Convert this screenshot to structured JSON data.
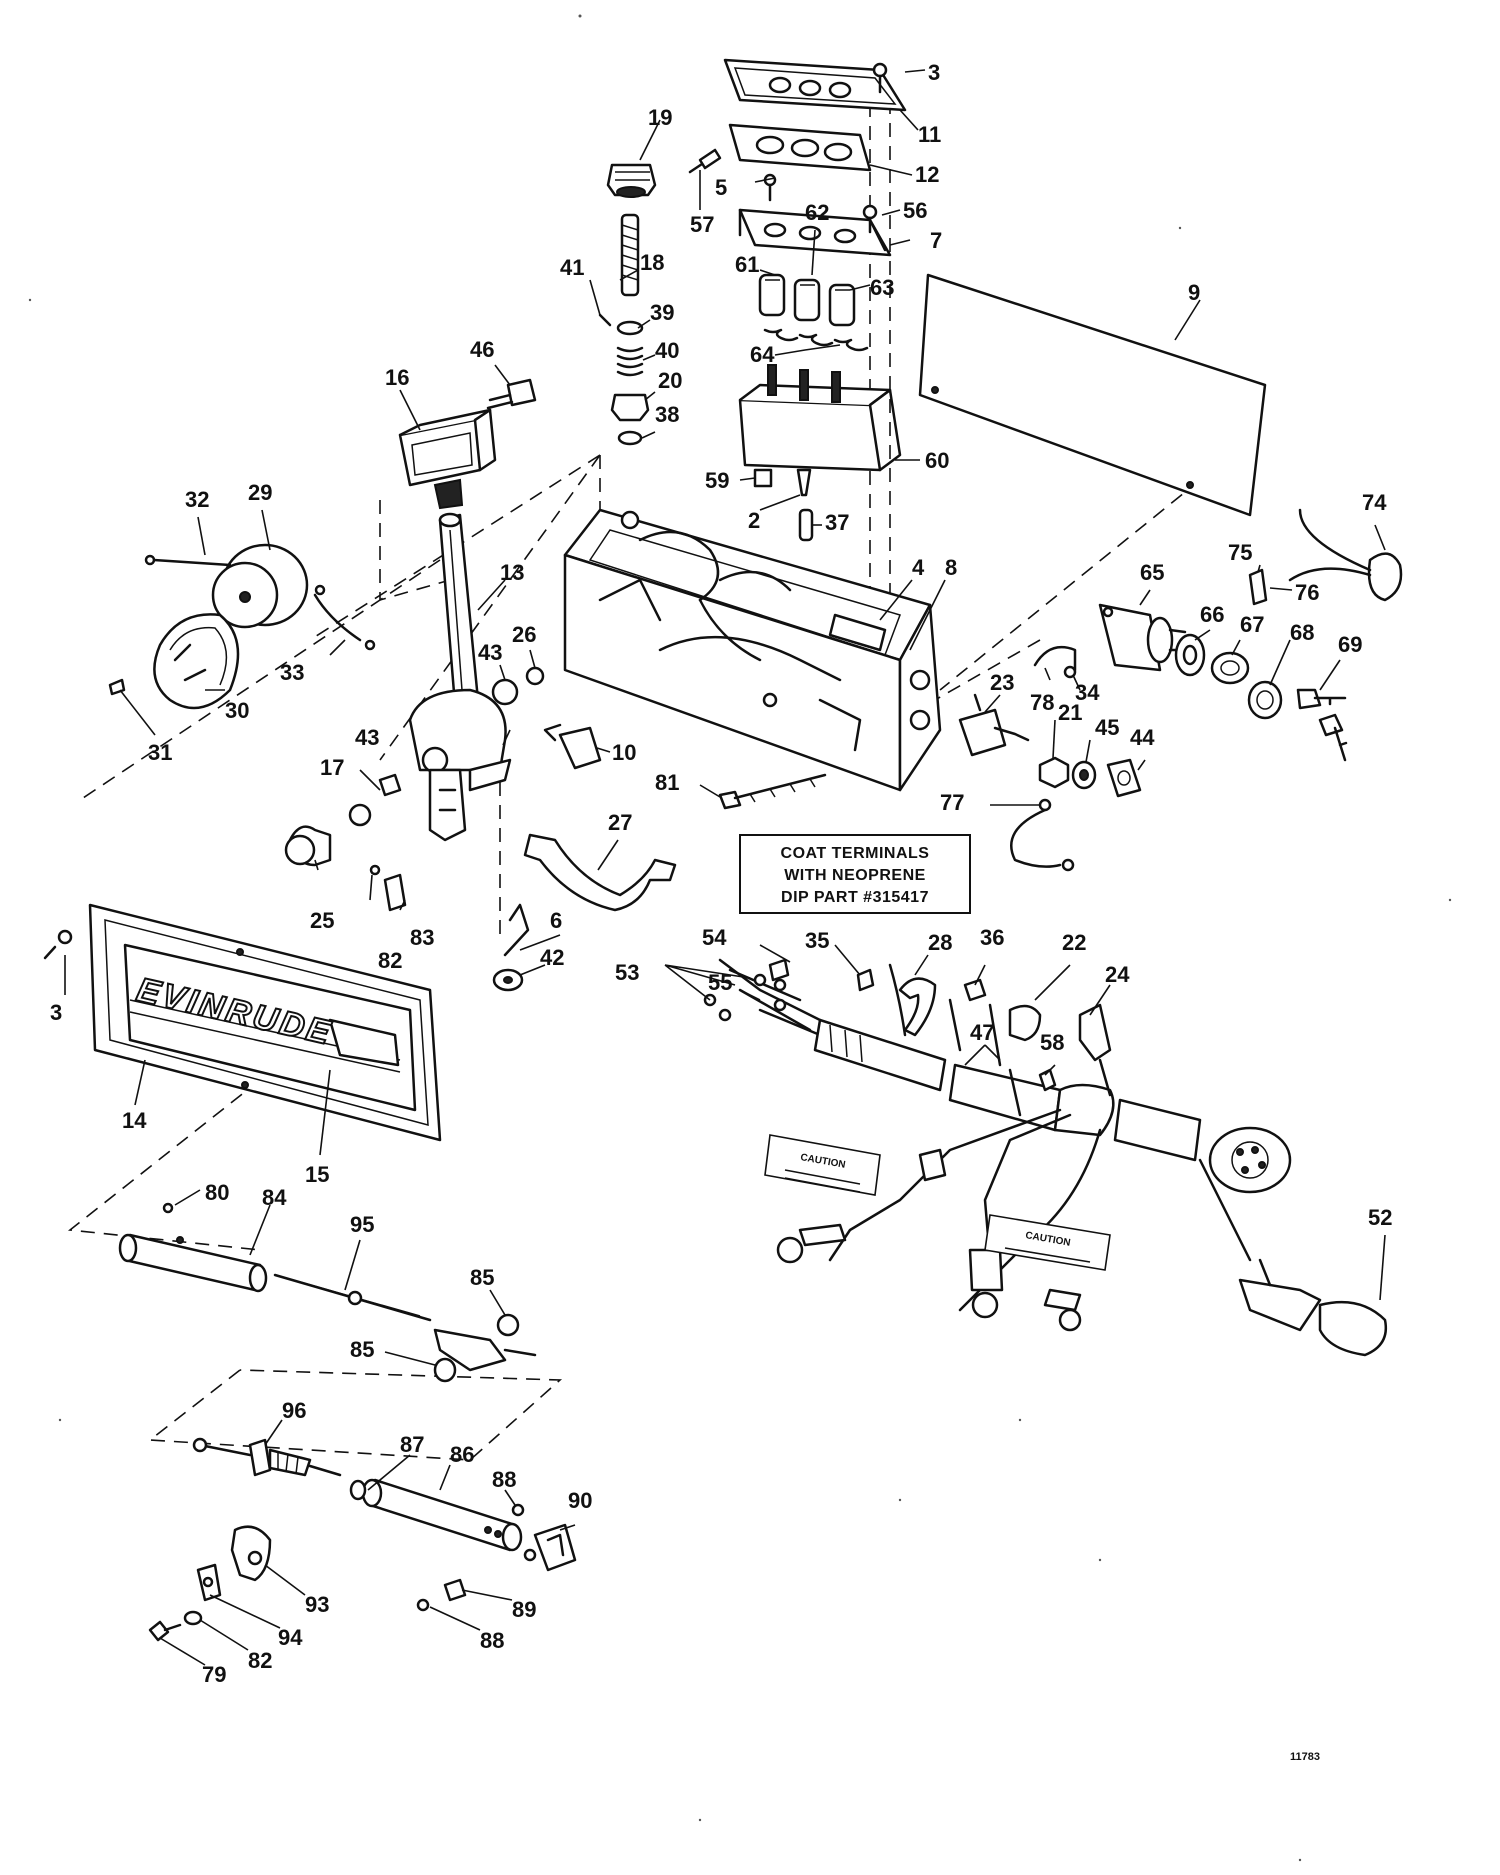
{
  "brand_text": "EVINRUDE",
  "note": {
    "line1": "COAT TERMINALS",
    "line2": "WITH NEOPRENE",
    "line3": "DIP PART #315417"
  },
  "caution_label_1": "CAUTION",
  "caution_label_2": "CAUTION",
  "drawing_number": "11783",
  "callouts": {
    "c3a": "3",
    "c11": "11",
    "c12": "12",
    "c5": "5",
    "c56": "56",
    "c57": "57",
    "c7": "7",
    "c19": "19",
    "c62": "62",
    "c61": "61",
    "c63": "63",
    "c18": "18",
    "c41": "41",
    "c39": "39",
    "c9": "9",
    "c40": "40",
    "c64": "64",
    "c20": "20",
    "c46": "46",
    "c16": "16",
    "c38": "38",
    "c60": "60",
    "c59": "59",
    "c2": "2",
    "c37": "37",
    "c29": "29",
    "c32": "32",
    "c13": "13",
    "c4": "4",
    "c8": "8",
    "c74": "74",
    "c75": "75",
    "c76": "76",
    "c65": "65",
    "c66": "66",
    "c67": "67",
    "c68": "68",
    "c69": "69",
    "c26": "26",
    "c43a": "43",
    "c33": "33",
    "c30": "30",
    "c31": "31",
    "c23": "23",
    "c78": "78",
    "c34": "34",
    "c21": "21",
    "c45": "45",
    "c44": "44",
    "c10": "10",
    "c43b": "43",
    "c17": "17",
    "c81": "81",
    "c77": "77",
    "c27": "27",
    "c25": "25",
    "c82a": "82",
    "c83": "83",
    "c6": "6",
    "c42": "42",
    "c54": "54",
    "c35": "35",
    "c28": "28",
    "c36": "36",
    "c22": "22",
    "c53": "53",
    "c55": "55",
    "c24": "24",
    "c3b": "3",
    "c47": "47",
    "c58": "58",
    "c14": "14",
    "c15": "15",
    "c80": "80",
    "c84": "84",
    "c52": "52",
    "c95": "95",
    "c85a": "85",
    "c85b": "85",
    "c96": "96",
    "c87": "87",
    "c86": "86",
    "c88a": "88",
    "c90": "90",
    "c93": "93",
    "c89": "89",
    "c94": "94",
    "c88b": "88",
    "c82b": "82",
    "c79": "79"
  }
}
